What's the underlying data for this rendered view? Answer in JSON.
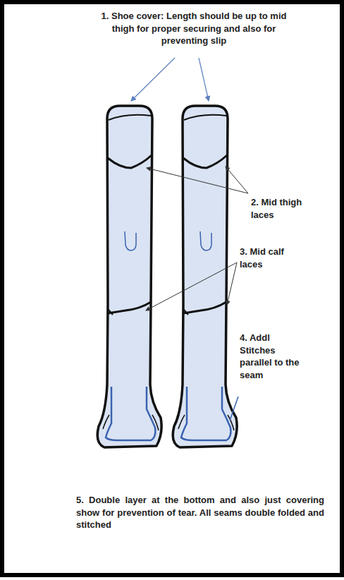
{
  "diagram": {
    "labels": [
      "1. Shoe cover: Length should be up to mid thigh for proper securing and also for preventing slip",
      "2. Mid thigh laces",
      "3. Mid calf laces",
      "4. Addl Stitches parallel to the seam",
      "5. Double layer at the bottom and also just covering show for prevention of tear. All seams double folded and stitched"
    ]
  }
}
